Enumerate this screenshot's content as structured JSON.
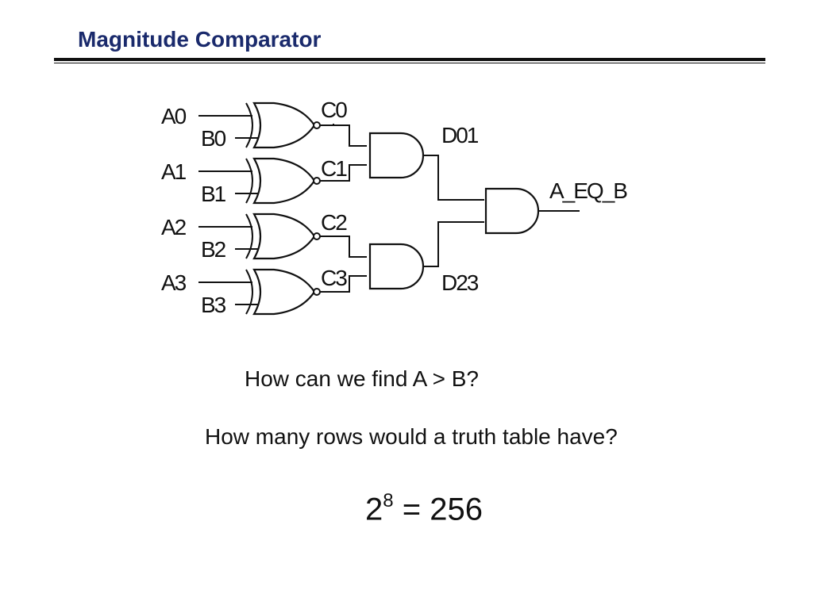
{
  "slide": {
    "title": "Magnitude Comparator"
  },
  "circuit": {
    "inputs": [
      "A0",
      "B0",
      "A1",
      "B1",
      "A2",
      "B2",
      "A3",
      "B3"
    ],
    "xnor_outputs": [
      "C0",
      "C1",
      "C2",
      "C3"
    ],
    "and_outputs": [
      "D01",
      "D23"
    ],
    "final_output": "A_EQ_B",
    "gate_types": {
      "stage1": "XNOR",
      "stage2": "AND",
      "stage3": "AND"
    }
  },
  "questions": {
    "q1": "How can we find A > B?",
    "q2": "How many rows would a truth table have?",
    "answer_base": "2",
    "answer_exponent": "8",
    "answer_rest": " = 256"
  }
}
